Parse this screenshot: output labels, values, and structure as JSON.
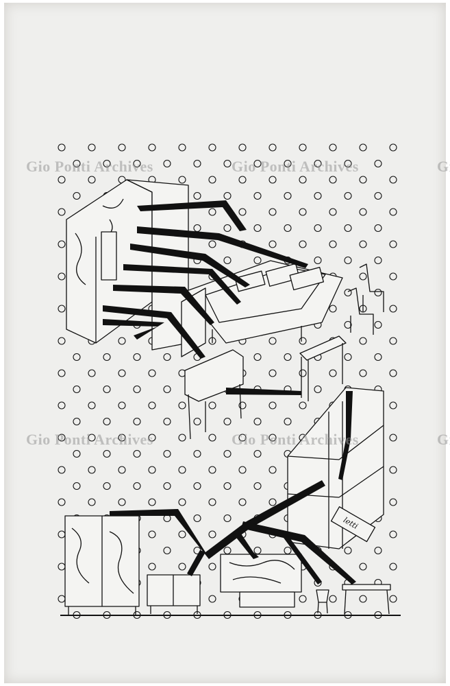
{
  "watermark": {
    "text": "Gio Ponti Archives"
  },
  "illustration": {
    "tag_label": "letti",
    "furniture": [
      "wardrobe",
      "double-bed",
      "single-bed",
      "chairs",
      "desk",
      "console-table",
      "shelving-unit",
      "cabinet",
      "sideboard",
      "bed-low",
      "stool",
      "side-table"
    ]
  },
  "colors": {
    "paper": "#efefed",
    "ink": "#111111",
    "watermark": "#969696"
  }
}
